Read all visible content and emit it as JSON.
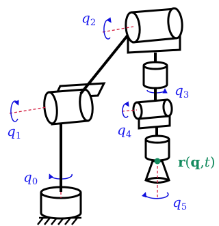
{
  "colors": {
    "stroke": "#000000",
    "axis": "#d2193c",
    "rotation": "#1111dd",
    "end_effector": "#138a5e",
    "label": "#1a1aee"
  },
  "joints": [
    {
      "symbol": "q",
      "index": "0"
    },
    {
      "symbol": "q",
      "index": "1"
    },
    {
      "symbol": "q",
      "index": "2"
    },
    {
      "symbol": "q",
      "index": "3"
    },
    {
      "symbol": "q",
      "index": "4"
    },
    {
      "symbol": "q",
      "index": "5"
    }
  ],
  "end_effector": {
    "vector": "r",
    "args_open": "(",
    "arg1": "q",
    "sep": ",",
    "arg2": "t",
    "args_close": ")"
  }
}
